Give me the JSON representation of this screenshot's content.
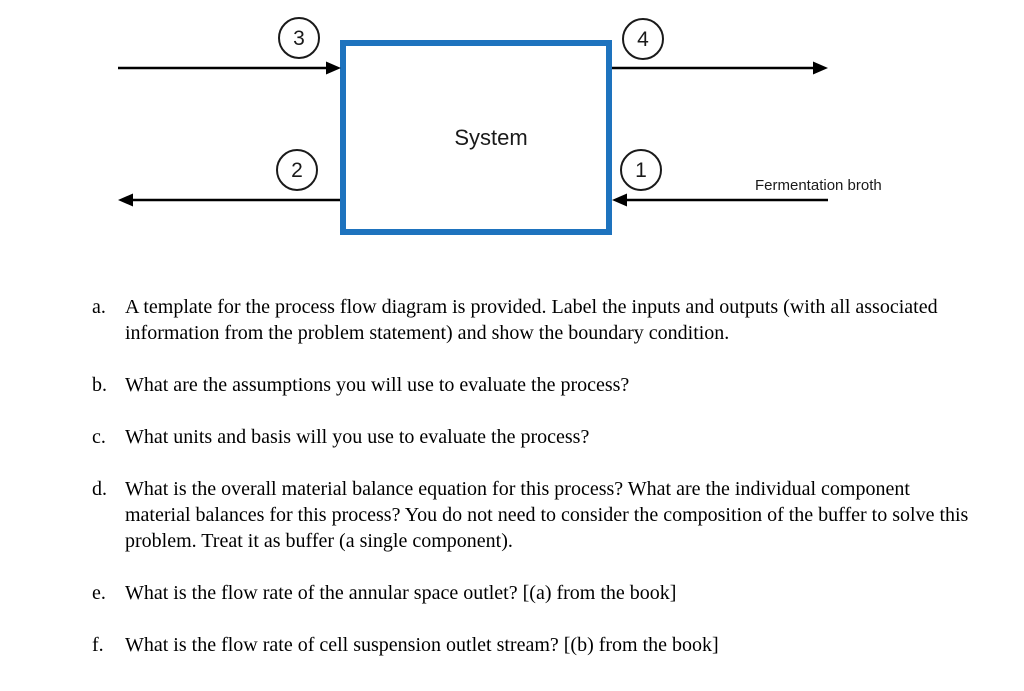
{
  "diagram": {
    "system_box": {
      "label": "System",
      "border_color": "#1e73be"
    },
    "streams": {
      "top_left_in": {
        "number": "3",
        "direction": "into system from left"
      },
      "top_right_out": {
        "number": "4",
        "direction": "out of system to right"
      },
      "bottom_left_out": {
        "number": "2",
        "direction": "out of system to left"
      },
      "bottom_right_in": {
        "number": "1",
        "direction": "into system from right",
        "label": "Fermentation broth"
      }
    }
  },
  "questions": [
    {
      "label": "a.",
      "text": "A template for the process flow diagram is provided. Label the inputs and outputs (with all associated information from the problem statement) and show the boundary condition."
    },
    {
      "label": "b.",
      "text": "What are the assumptions you will use to evaluate the process?"
    },
    {
      "label": "c.",
      "text": "What units and basis will you use to evaluate the process?"
    },
    {
      "label": "d.",
      "text": "What is the overall material balance equation for this process? What are the individual component material balances for this process? You do not need to consider the composition of the buffer to solve this problem. Treat it as buffer (a single component)."
    },
    {
      "label": "e.",
      "text": "What is the flow rate of the annular space outlet? [(a) from the book]"
    },
    {
      "label": "f.",
      "text": "What is the flow rate of cell suspension outlet stream? [(b) from the book]"
    }
  ]
}
